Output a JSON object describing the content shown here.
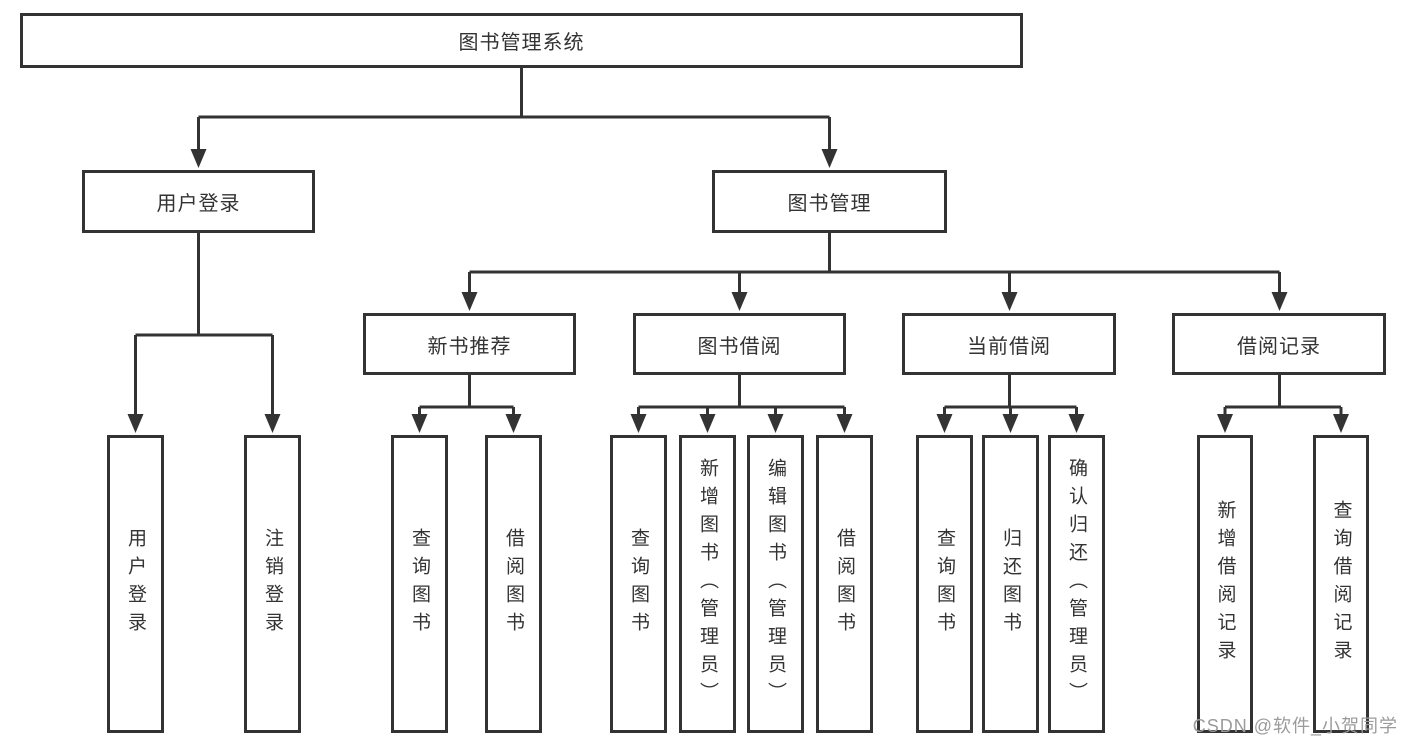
{
  "diagram": {
    "title_node": "图书管理系统",
    "root": {
      "label": "图书管理系统"
    },
    "level2": [
      {
        "id": "user-login",
        "label": "用户登录"
      },
      {
        "id": "book-mgmt",
        "label": "图书管理"
      }
    ],
    "level3": [
      {
        "id": "new-book",
        "label": "新书推荐"
      },
      {
        "id": "book-borrow",
        "label": "图书借阅"
      },
      {
        "id": "current-borrow",
        "label": "当前借阅"
      },
      {
        "id": "borrow-record",
        "label": "借阅记录"
      }
    ],
    "leaves": {
      "user_login": [
        "用户登录",
        "注销登录"
      ],
      "new_book": [
        "查询图书",
        "借阅图书"
      ],
      "book_borrow": [
        "查询图书",
        "新增图书（管理员）",
        "编辑图书（管理员）",
        "借阅图书"
      ],
      "current_borrow": [
        "查询图书",
        "归还图书",
        "确认归还（管理员）"
      ],
      "borrow_record": [
        "新增借阅记录",
        "查询借阅记录"
      ]
    },
    "watermark": "CSDN @软件_小贺同学",
    "colors": {
      "line": "#333333",
      "text": "#333333",
      "box_fill": "#ffffff",
      "watermark": "#9b9b9b"
    }
  }
}
